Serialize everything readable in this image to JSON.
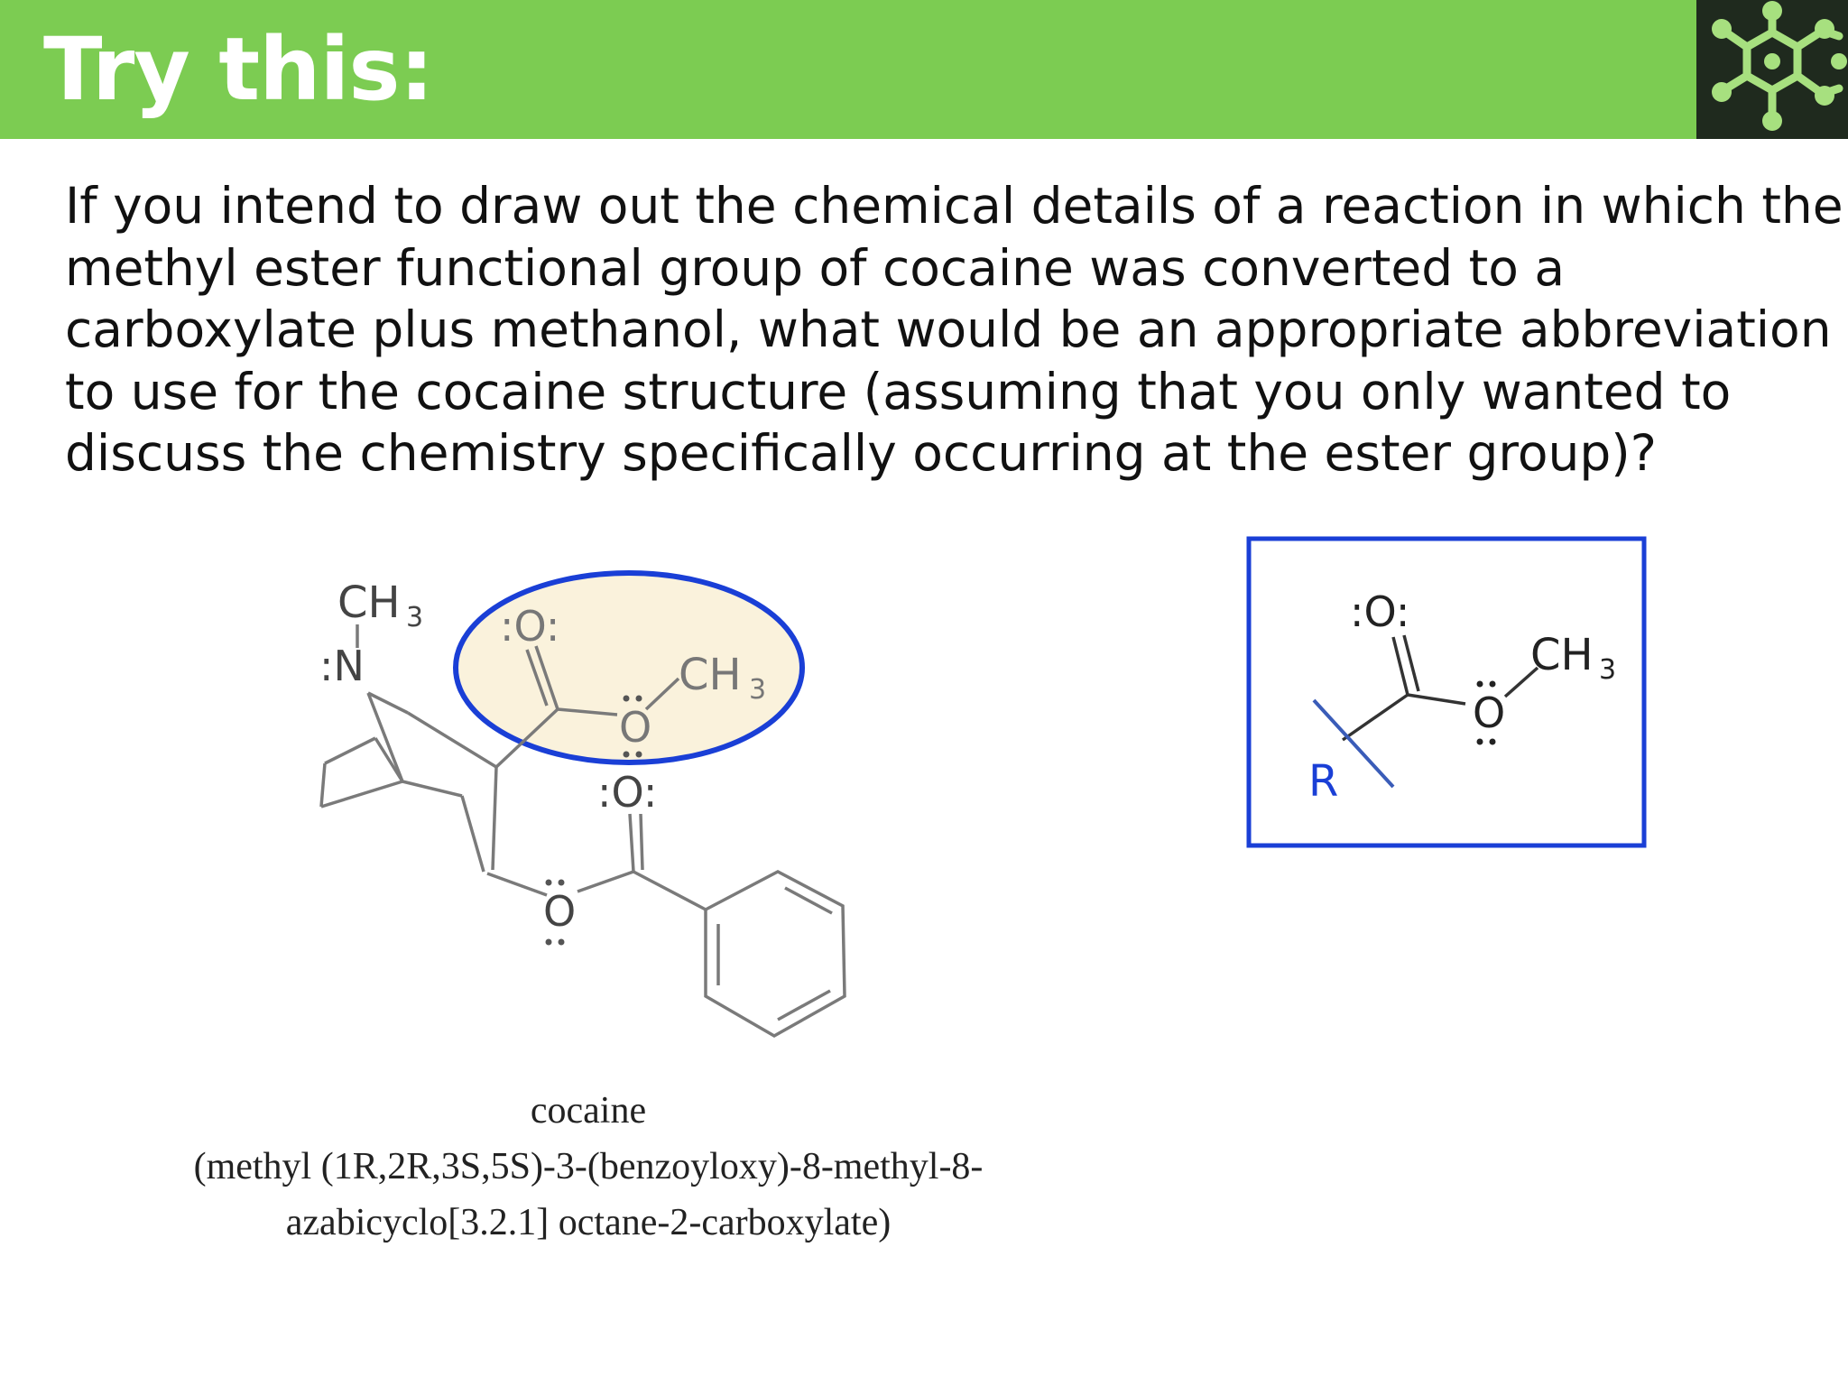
{
  "slide": {
    "title": "Try this:",
    "logo_icon": "molecule-icon",
    "question_lines": [
      "If you intend to draw out the chemical details of a reaction in which the",
      "methyl ester functional group of cocaine was converted to a",
      "carboxylate plus methanol, what would be an appropriate abbreviation",
      "to use for the cocaine structure (assuming that you only wanted to",
      "discuss the chemistry specifically occurring at the ester group)?"
    ]
  },
  "cocaine": {
    "labels": {
      "ch3_top": "CH",
      "ch3_top_sub": "3",
      "nitrogen": ":N",
      "carbonyl_o": ":O:",
      "ester_ch3": "CH",
      "ester_ch3_sub": "3",
      "ester_o": "O",
      "benzoyl_o": ":O:",
      "ring_o": "O"
    },
    "caption_name": "cocaine",
    "caption_line1": "(methyl (1R,2R,3S,5S)-3-(benzoyloxy)-8-methyl-8-",
    "caption_line2": "azabicyclo[3.2.1] octane-2-carboxylate)",
    "highlight_color": "#faf2dc",
    "ellipse_color": "#1a3fd6"
  },
  "abbreviation": {
    "carbonyl_o": ":O:",
    "ch3": "CH",
    "ch3_sub": "3",
    "ester_o": "O",
    "r_label": "R",
    "box_color": "#1a3fd6"
  },
  "colors": {
    "header_green": "#7ccc52",
    "logo_bg": "#1f2a1e",
    "logo_green": "#a7e07f"
  }
}
